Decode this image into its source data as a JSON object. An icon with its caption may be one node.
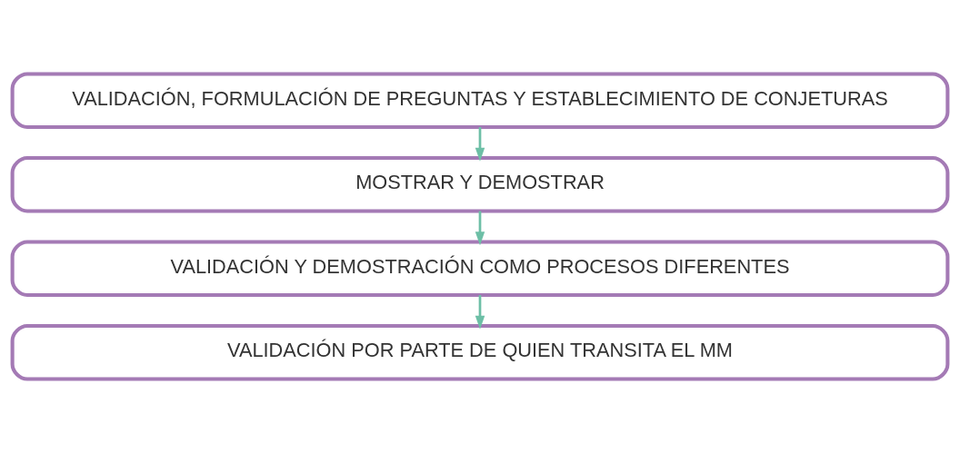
{
  "diagram": {
    "nodes": [
      {
        "text": [
          "VALIDACIÓN, FORMULACIÓN DE PREGUNTAS Y ESTABLECIMIENTO DE CONJETURAS"
        ]
      },
      {
        "text": [
          "MOSTRAR Y DEMOSTRAR"
        ]
      },
      {
        "text": [
          "VALIDACIÓN Y DEMOSTRACIÓN COMO PROCESOS DIFERENTES"
        ]
      },
      {
        "text": [
          "VALIDACIÓN POR PARTE DE QUIEN TRANSITA EL MM"
        ]
      }
    ],
    "edges": [
      {
        "from": 0,
        "to": 1,
        "arrow": "to"
      },
      {
        "from": 1,
        "to": 2,
        "arrow": "to"
      },
      {
        "from": 2,
        "to": 3,
        "arrow": "to"
      }
    ]
  }
}
